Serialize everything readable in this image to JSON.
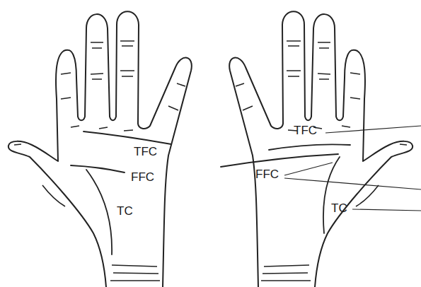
{
  "diagram": {
    "labels": [
      "TFC",
      "FFC",
      "TC",
      "TFC",
      "FFC",
      "TC"
    ]
  }
}
